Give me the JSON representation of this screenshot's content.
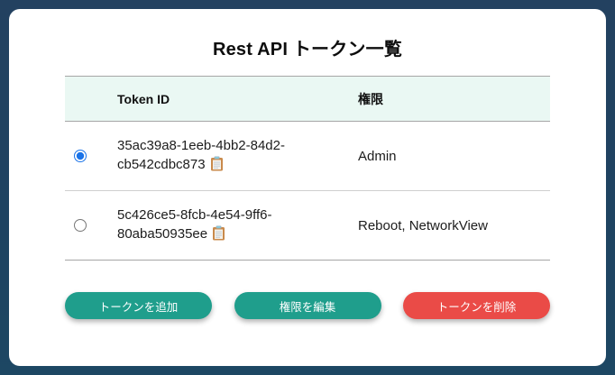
{
  "title": "Rest API トークン一覧",
  "table": {
    "headers": {
      "token_id": "Token ID",
      "permission": "権限"
    },
    "rows": [
      {
        "token": "35ac39a8-1eeb-4bb2-84d2-cb542cdbc873",
        "permission": "Admin",
        "selected": true
      },
      {
        "token": "5c426ce5-8fcb-4e54-9ff6-80aba50935ee",
        "permission": "Reboot, NetworkView",
        "selected": false
      }
    ]
  },
  "icons": {
    "copy_token": "clipboard-icon"
  },
  "buttons": {
    "add": "トークンを追加",
    "edit": "権限を編集",
    "delete": "トークンを削除"
  },
  "colors": {
    "background_top": "#234160",
    "background_bottom": "#1d4763",
    "card": "#ffffff",
    "header_bg": "#eaf8f3",
    "teal_button": "#1f9e8c",
    "red_button": "#ea4b47",
    "radio_selected": "#1a73e8"
  }
}
